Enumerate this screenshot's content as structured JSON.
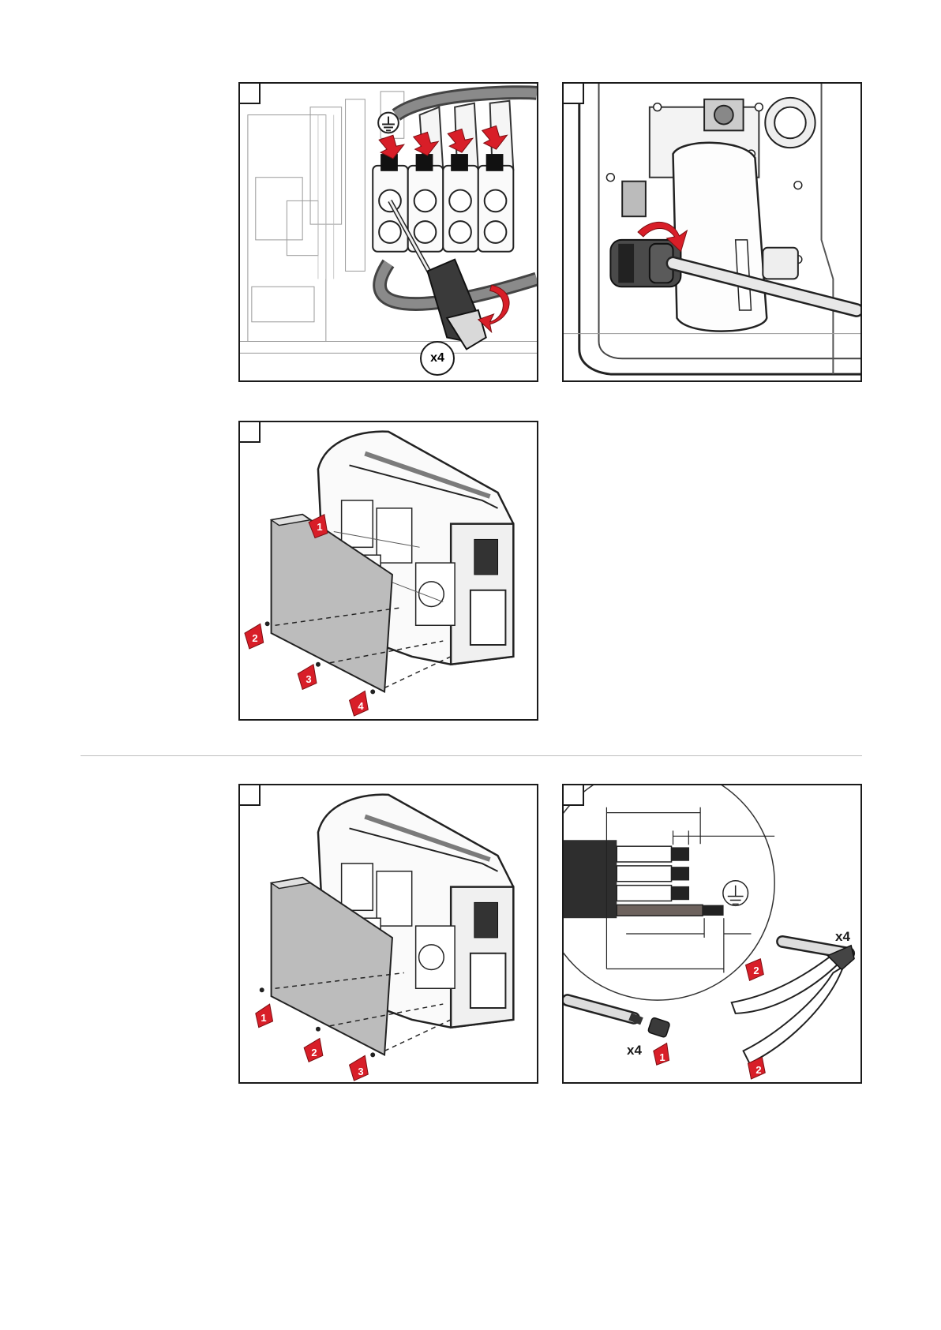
{
  "figures": {
    "fig1": {
      "count_label": "x4"
    },
    "fig2": {},
    "fig3": {
      "steps": [
        "1",
        "2",
        "3",
        "4"
      ]
    },
    "fig4": {
      "steps": [
        "1",
        "2",
        "3"
      ]
    },
    "fig5": {
      "count_label_top": "x4",
      "count_label_bottom": "x4",
      "steps": [
        "1",
        "2",
        "2"
      ]
    }
  },
  "colors": {
    "accent_red": "#d81e28",
    "outline": "#1a1a1a",
    "panel_gray": "#bcbcbc",
    "divider": "#bdbdbd"
  },
  "icons": [
    "ground-symbol-icon",
    "rotation-arrow-icon",
    "push-arrow-icon"
  ]
}
